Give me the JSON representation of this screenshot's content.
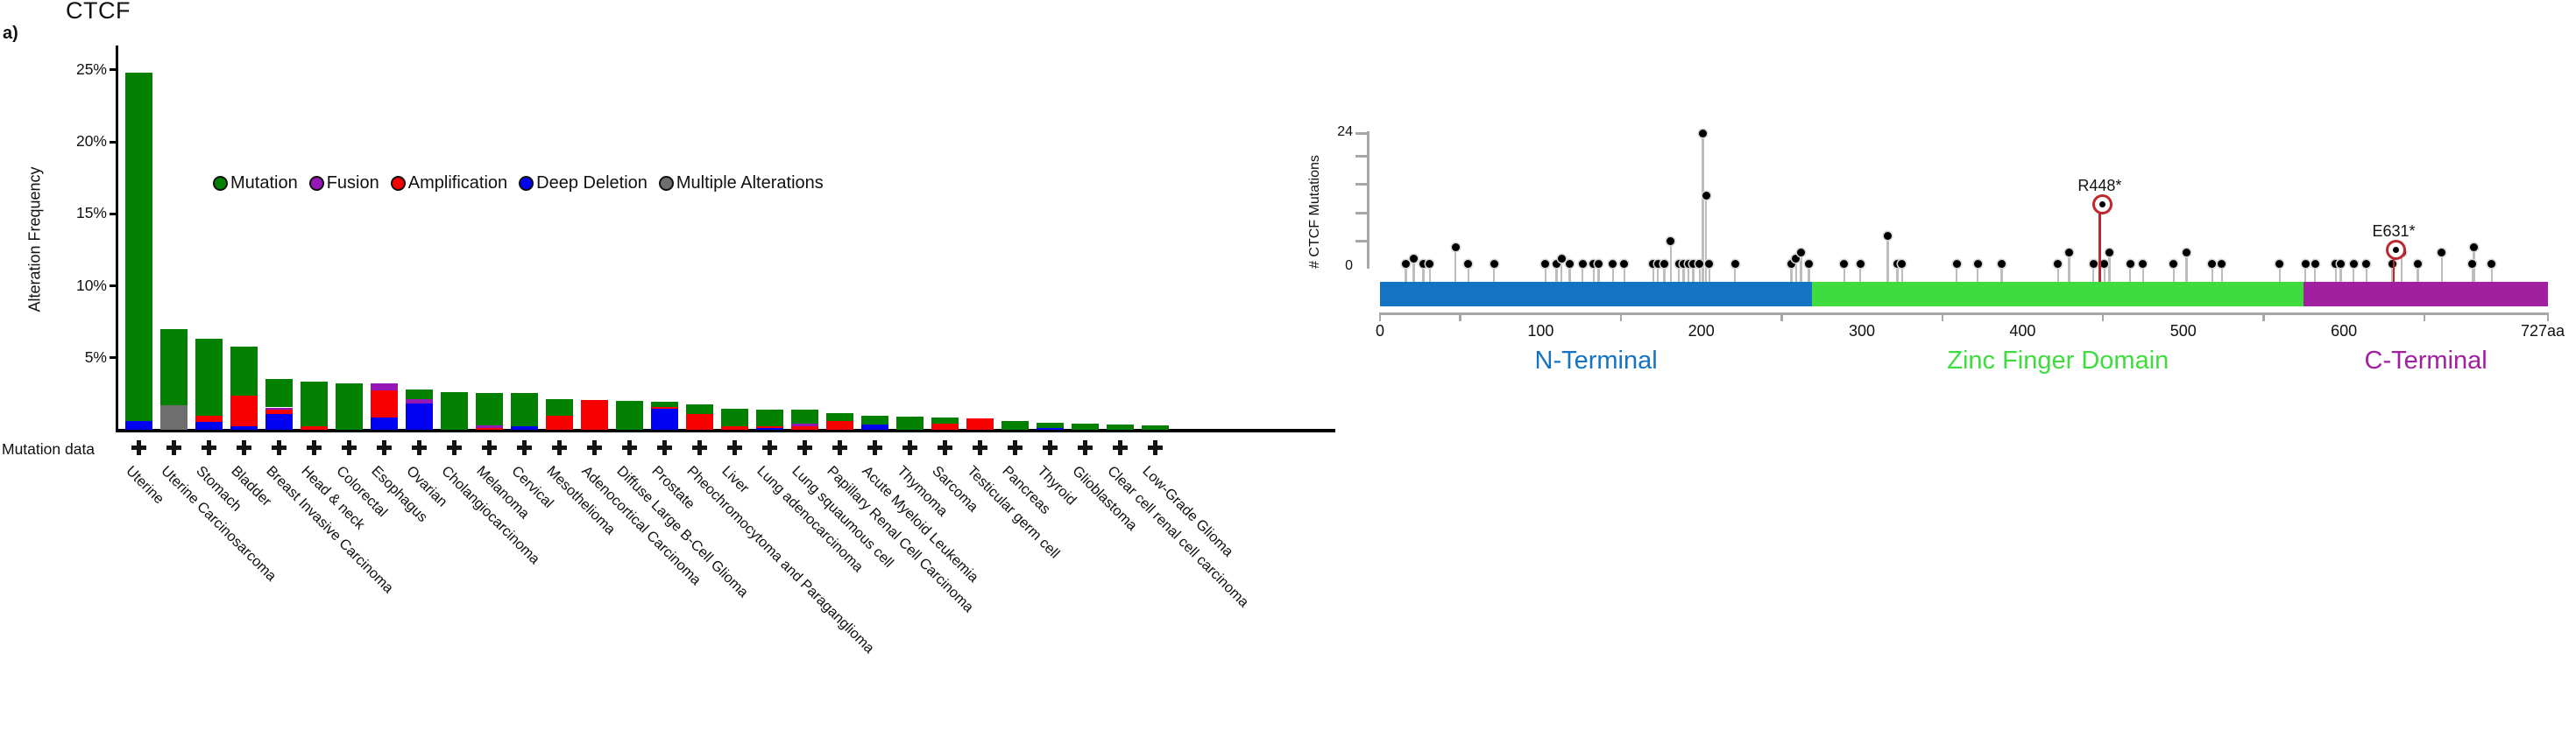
{
  "panel_label": "a)",
  "colors": {
    "alteration_types": {
      "mutation": "#018001",
      "fusion": "#9517B5",
      "amplification": "#F80000",
      "deep_deletion": "#0202F2",
      "multiple": "#6E6E6E"
    },
    "annotation_red": "#C0272D",
    "stick_gray": "#BDBDBD",
    "axis_gray": "#A6A6A6"
  },
  "chart_data": [
    {
      "type": "bar",
      "title": "CTCF",
      "ylabel": "Alteration Frequency",
      "ylim": [
        0,
        26
      ],
      "yticks": [
        5,
        10,
        15,
        20,
        25
      ],
      "ytick_labels": [
        "5%",
        "10%",
        "15%",
        "20%",
        "25%"
      ],
      "grid": false,
      "legend_position": "upper-middle",
      "legend": [
        {
          "label": "Mutation",
          "type": "mutation"
        },
        {
          "label": "Fusion",
          "type": "fusion"
        },
        {
          "label": "Amplification",
          "type": "amplification"
        },
        {
          "label": "Deep Deletion",
          "type": "deep_deletion"
        },
        {
          "label": "Multiple Alterations",
          "type": "multiple"
        }
      ],
      "mutation_data_row": {
        "label": "Mutation data",
        "symbol": "+",
        "present_for_all": true
      },
      "categories": [
        "Uterine",
        "Uterine Carcinosarcoma",
        "Stomach",
        "Bladder",
        "Breast Invasive Carcinoma",
        "Head & neck",
        "Colorectal",
        "Esophagus",
        "Ovarian",
        "Cholangiocarcinoma",
        "Melanoma",
        "Cervical",
        "Mesothelioma",
        "Adenocortical Carcinoma",
        "Diffuse Large B-Cell Glioma",
        "Prostate",
        "Pheochromocytoma and Paraganglioma",
        "Liver",
        "Lung adenocarcinoma",
        "Lung squaumous cell",
        "Papillary Renal Cell Carcinoma",
        "Acute Myeloid Leukemia",
        "Thymoma",
        "Sarcoma",
        "Testicular germ cell",
        "Pancreas",
        "Thyroid",
        "Glioblastoma",
        "Clear cell renal cell carcinoma",
        "Low-Grade Glioma"
      ],
      "values_pct_stacked_bottom_to_top": [
        [
          [
            "deep_deletion",
            0.6
          ],
          [
            "mutation",
            24.2
          ]
        ],
        [
          [
            "multiple",
            1.7
          ],
          [
            "mutation",
            5.3
          ]
        ],
        [
          [
            "deep_deletion",
            0.55
          ],
          [
            "amplification",
            0.45
          ],
          [
            "mutation",
            5.3
          ]
        ],
        [
          [
            "deep_deletion",
            0.25
          ],
          [
            "amplification",
            2.1
          ],
          [
            "mutation",
            3.4
          ]
        ],
        [
          [
            "deep_deletion",
            1.1
          ],
          [
            "amplification",
            0.3
          ],
          [
            "fusion",
            0.15
          ],
          [
            "mutation",
            1.95
          ]
        ],
        [
          [
            "amplification",
            0.25
          ],
          [
            "mutation",
            3.1
          ]
        ],
        [
          [
            "mutation",
            3.25
          ]
        ],
        [
          [
            "deep_deletion",
            0.85
          ],
          [
            "amplification",
            1.9
          ],
          [
            "fusion",
            0.45
          ]
        ],
        [
          [
            "deep_deletion",
            1.8
          ],
          [
            "fusion",
            0.35
          ],
          [
            "mutation",
            0.65
          ]
        ],
        [
          [
            "mutation",
            2.6
          ]
        ],
        [
          [
            "amplification",
            0.12
          ],
          [
            "fusion",
            0.2
          ],
          [
            "mutation",
            2.25
          ]
        ],
        [
          [
            "deep_deletion",
            0.25
          ],
          [
            "mutation",
            2.3
          ]
        ],
        [
          [
            "amplification",
            0.95
          ],
          [
            "mutation",
            1.15
          ]
        ],
        [
          [
            "amplification",
            2.05
          ]
        ],
        [
          [
            "mutation",
            2.0
          ]
        ],
        [
          [
            "deep_deletion",
            1.45
          ],
          [
            "amplification",
            0.15
          ],
          [
            "mutation",
            0.35
          ]
        ],
        [
          [
            "amplification",
            1.1
          ],
          [
            "mutation",
            0.65
          ]
        ],
        [
          [
            "amplification",
            0.25
          ],
          [
            "mutation",
            1.2
          ]
        ],
        [
          [
            "deep_deletion",
            0.12
          ],
          [
            "amplification",
            0.1
          ],
          [
            "mutation",
            1.18
          ]
        ],
        [
          [
            "amplification",
            0.25
          ],
          [
            "fusion",
            0.15
          ],
          [
            "mutation",
            0.98
          ]
        ],
        [
          [
            "amplification",
            0.6
          ],
          [
            "mutation",
            0.55
          ]
        ],
        [
          [
            "deep_deletion",
            0.35
          ],
          [
            "mutation",
            0.6
          ]
        ],
        [
          [
            "mutation",
            0.9
          ]
        ],
        [
          [
            "amplification",
            0.4
          ],
          [
            "mutation",
            0.47
          ]
        ],
        [
          [
            "amplification",
            0.8
          ]
        ],
        [
          [
            "mutation",
            0.6
          ]
        ],
        [
          [
            "deep_deletion",
            0.15
          ],
          [
            "mutation",
            0.35
          ]
        ],
        [
          [
            "mutation",
            0.42
          ]
        ],
        [
          [
            "mutation",
            0.36
          ]
        ],
        [
          [
            "mutation",
            0.3
          ]
        ]
      ]
    },
    {
      "type": "lollipop",
      "ylabel": "# CTCF Mutations",
      "ylim": [
        0,
        24
      ],
      "ytick_labels": [
        "24",
        "0"
      ],
      "yticks_unlabeled": [
        5,
        10,
        15,
        20
      ],
      "protein_length_aa": 727,
      "xticks": [
        0,
        100,
        200,
        300,
        400,
        500,
        600
      ],
      "xtick_labels": [
        "0",
        "100",
        "200",
        "300",
        "400",
        "500",
        "600",
        "727aa"
      ],
      "x_end_label": "727aa",
      "domains": [
        {
          "name": "N-Terminal",
          "start": 0,
          "end": 269,
          "color": "#1474C4"
        },
        {
          "name": "Zinc Finger Domain",
          "start": 269,
          "end": 575,
          "color": "#3EDC3E"
        },
        {
          "name": "C-Terminal",
          "start": 575,
          "end": 727,
          "color": "#A020A0"
        }
      ],
      "mutations_aa_count": [
        [
          16,
          1
        ],
        [
          21,
          2
        ],
        [
          27,
          1
        ],
        [
          31,
          1
        ],
        [
          47,
          4
        ],
        [
          55,
          1
        ],
        [
          71,
          1
        ],
        [
          103,
          1
        ],
        [
          110,
          1
        ],
        [
          113,
          2
        ],
        [
          118,
          1
        ],
        [
          126,
          1
        ],
        [
          133,
          1
        ],
        [
          136,
          1
        ],
        [
          145,
          1
        ],
        [
          152,
          1
        ],
        [
          170,
          1
        ],
        [
          173,
          1
        ],
        [
          177,
          1
        ],
        [
          181,
          5
        ],
        [
          186,
          1
        ],
        [
          189,
          1
        ],
        [
          192,
          1
        ],
        [
          195,
          1
        ],
        [
          199,
          1
        ],
        [
          201,
          24
        ],
        [
          203,
          13
        ],
        [
          205,
          1
        ],
        [
          221,
          1
        ],
        [
          256,
          1
        ],
        [
          259,
          2
        ],
        [
          262,
          3
        ],
        [
          267,
          1
        ],
        [
          289,
          1
        ],
        [
          299,
          1
        ],
        [
          316,
          6
        ],
        [
          322,
          1
        ],
        [
          325,
          1
        ],
        [
          359,
          1
        ],
        [
          372,
          1
        ],
        [
          387,
          1
        ],
        [
          422,
          1
        ],
        [
          429,
          3
        ],
        [
          444,
          1
        ],
        [
          451,
          1
        ],
        [
          454,
          3
        ],
        [
          467,
          1
        ],
        [
          475,
          1
        ],
        [
          494,
          1
        ],
        [
          502,
          3
        ],
        [
          518,
          1
        ],
        [
          524,
          1
        ],
        [
          560,
          1
        ],
        [
          576,
          1
        ],
        [
          582,
          1
        ],
        [
          595,
          1
        ],
        [
          598,
          1
        ],
        [
          606,
          1
        ],
        [
          614,
          1
        ],
        [
          630,
          1
        ],
        [
          636,
          3
        ],
        [
          646,
          1
        ],
        [
          661,
          3
        ],
        [
          680,
          1
        ],
        [
          681,
          4
        ],
        [
          692,
          1
        ]
      ],
      "annotations": [
        {
          "label": "R448*",
          "aa": 448,
          "count": 12
        },
        {
          "label": "E631*",
          "aa": 631,
          "count": 4
        }
      ]
    }
  ]
}
